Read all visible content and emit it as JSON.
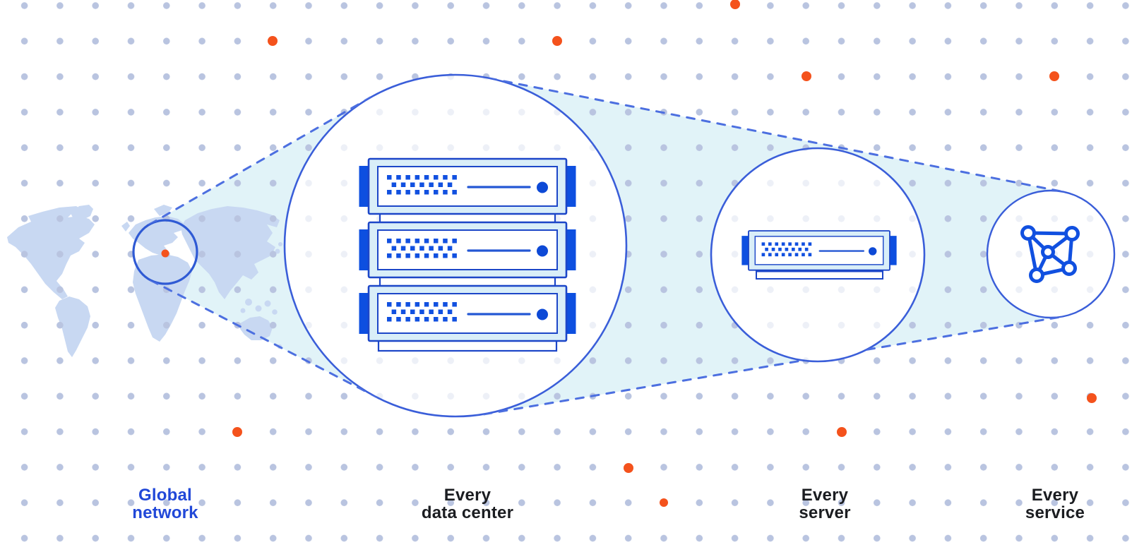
{
  "diagram": {
    "description": "Magnification diagram: global network zooms into a data center, a server, and a service",
    "stages": [
      {
        "id": "global-network",
        "icon": "world-map-icon",
        "label_line1": "Global",
        "label_line2": "network",
        "label_color": "#2148d8"
      },
      {
        "id": "every-data-center",
        "icon": "server-rack-icon",
        "label_line1": "Every",
        "label_line2": "data center",
        "label_color": "#1b1d21"
      },
      {
        "id": "every-server",
        "icon": "server-icon",
        "label_line1": "Every",
        "label_line2": "server",
        "label_color": "#1b1d21"
      },
      {
        "id": "every-service",
        "icon": "network-mesh-icon",
        "label_line1": "Every",
        "label_line2": "service",
        "label_color": "#1b1d21"
      }
    ]
  },
  "colors": {
    "background": "#ffffff",
    "accent_orange": "#f4521c",
    "primary_blue": "#1150e0",
    "server_outline": "#1c46c8",
    "server_fill_light": "#d9eef8",
    "circle_outline": "#3a5ed9",
    "dashed_blue": "#4c6fe0",
    "beam_cyan": "#e1f3f8",
    "map_blue": "#c8d8f2",
    "grid_dot": "#b9c4e0",
    "label_dark": "#1b1d21",
    "label_blue": "#2148d8"
  }
}
